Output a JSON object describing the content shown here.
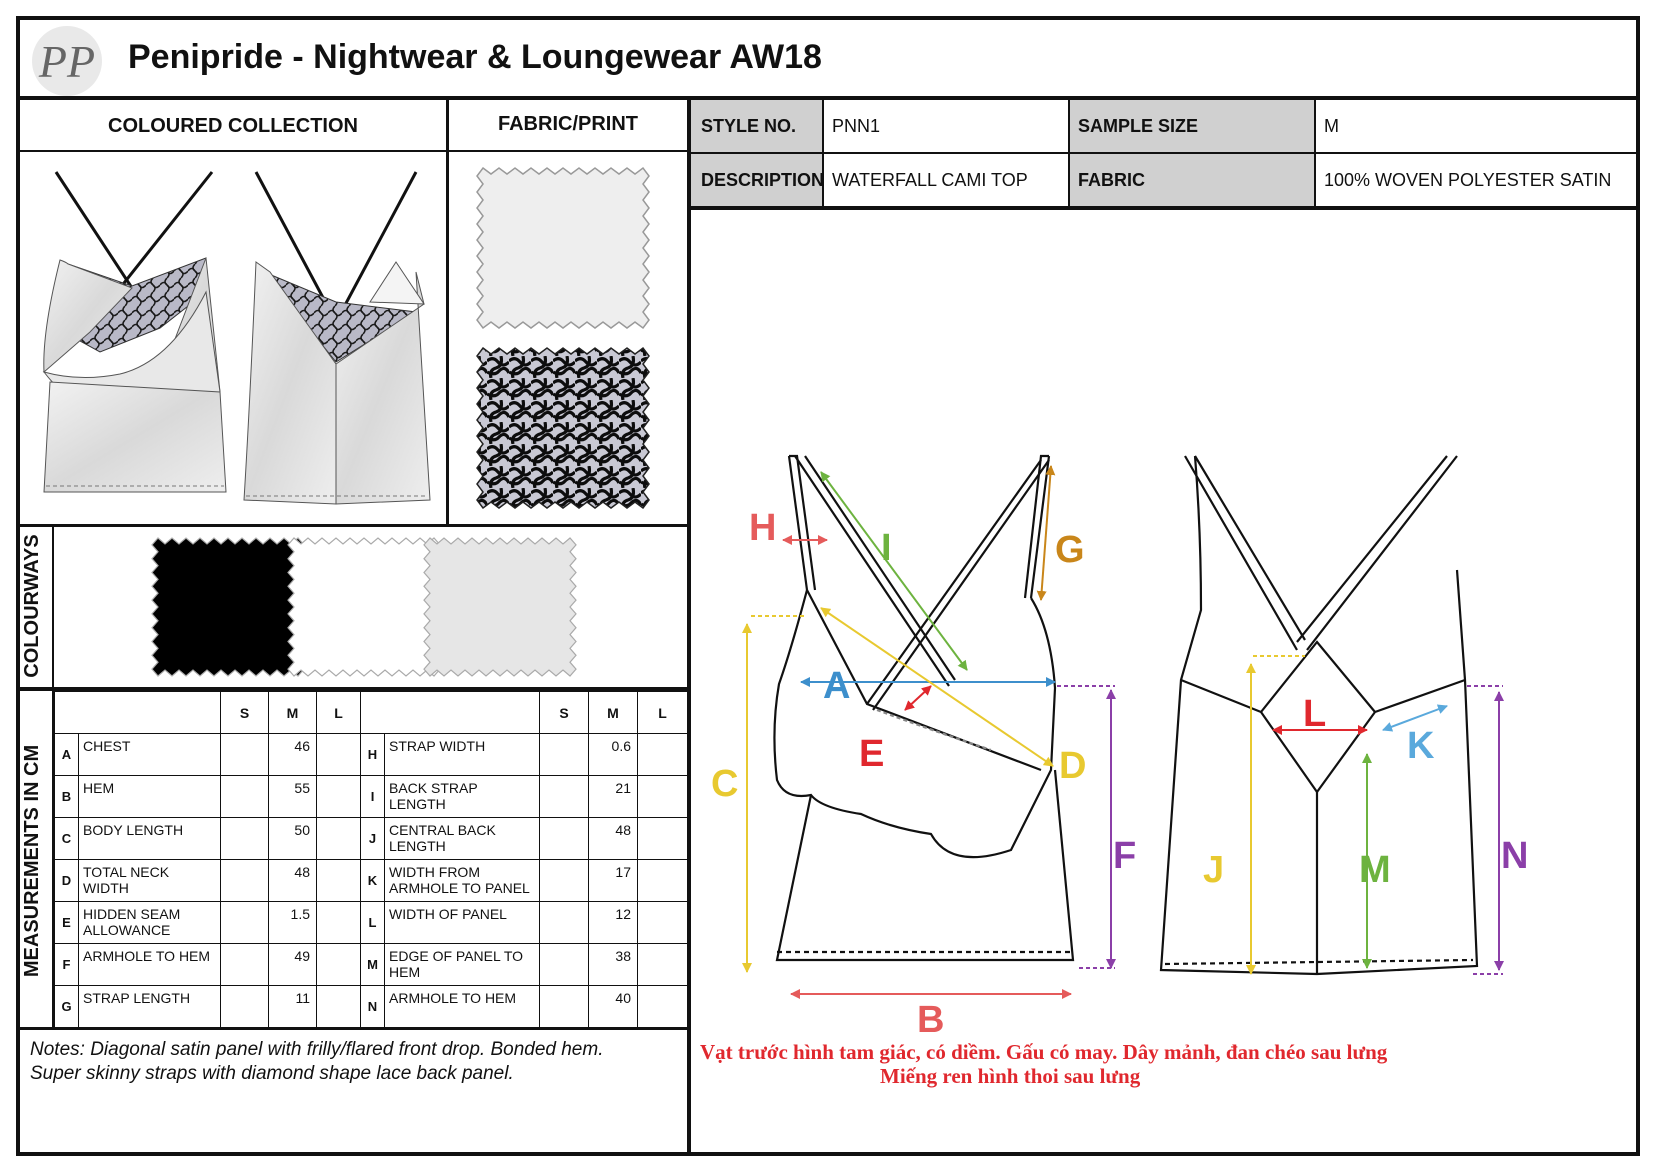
{
  "header": {
    "logo_letters": "PP",
    "title": "Penipride - Nightwear & Loungewear AW18"
  },
  "sections": {
    "coloured_collection": "COLOURED COLLECTION",
    "fabric_print": "FABRIC/PRINT",
    "colourways": "COLOURWAYS",
    "measurements": "MEASUREMENTS IN CM"
  },
  "style_info": {
    "style_no_label": "STYLE NO.",
    "style_no_value": "PNN1",
    "sample_size_label": "SAMPLE SIZE",
    "sample_size_value": "M",
    "description_label": "DESCRIPTION",
    "description_value": "WATERFALL CAMI TOP",
    "fabric_label": "FABRIC",
    "fabric_value": "100% WOVEN POLYESTER SATIN"
  },
  "colourways": {
    "swatches": [
      "#000000",
      "#ffffff",
      "#e6e6e6"
    ]
  },
  "fabric_swatches": [
    "satin",
    "lace"
  ],
  "measurements": {
    "size_headers": [
      "S",
      "M",
      "L"
    ],
    "left": [
      {
        "letter": "A",
        "name": "CHEST",
        "s": "",
        "m": "46",
        "l": ""
      },
      {
        "letter": "B",
        "name": "HEM",
        "s": "",
        "m": "55",
        "l": ""
      },
      {
        "letter": "C",
        "name": "BODY LENGTH",
        "s": "",
        "m": "50",
        "l": ""
      },
      {
        "letter": "D",
        "name": "TOTAL NECK WIDTH",
        "s": "",
        "m": "48",
        "l": ""
      },
      {
        "letter": "E",
        "name": "HIDDEN SEAM ALLOWANCE",
        "s": "",
        "m": "1.5",
        "l": ""
      },
      {
        "letter": "F",
        "name": "ARMHOLE TO HEM",
        "s": "",
        "m": "49",
        "l": ""
      },
      {
        "letter": "G",
        "name": "STRAP LENGTH",
        "s": "",
        "m": "11",
        "l": ""
      }
    ],
    "right": [
      {
        "letter": "H",
        "name": "STRAP WIDTH",
        "s": "",
        "m": "0.6",
        "l": ""
      },
      {
        "letter": "I",
        "name": "BACK STRAP LENGTH",
        "s": "",
        "m": "21",
        "l": ""
      },
      {
        "letter": "J",
        "name": "CENTRAL BACK LENGTH",
        "s": "",
        "m": "48",
        "l": ""
      },
      {
        "letter": "K",
        "name": "WIDTH FROM ARMHOLE TO PANEL",
        "s": "",
        "m": "17",
        "l": ""
      },
      {
        "letter": "L",
        "name": "WIDTH OF PANEL",
        "s": "",
        "m": "12",
        "l": ""
      },
      {
        "letter": "M",
        "name": "EDGE OF PANEL TO HEM",
        "s": "",
        "m": "38",
        "l": ""
      },
      {
        "letter": "N",
        "name": "ARMHOLE TO HEM",
        "s": "",
        "m": "40",
        "l": ""
      }
    ]
  },
  "diagram_labels": {
    "A": "A",
    "B": "B",
    "C": "C",
    "D": "D",
    "E": "E",
    "F": "F",
    "G": "G",
    "H": "H",
    "I": "I",
    "J": "J",
    "K": "K",
    "L": "L",
    "M": "M",
    "N": "N"
  },
  "diagram_colors": {
    "A": "#3d8fcc",
    "B": "#e55b5b",
    "C": "#e8c930",
    "D": "#e8c930",
    "E": "#e0282e",
    "F": "#8b3fa8",
    "G": "#c9861a",
    "H": "#e55b5b",
    "I": "#6db33f",
    "J": "#e8c930",
    "K": "#5aa9dc",
    "L": "#e0282e",
    "M": "#6db33f",
    "N": "#8b3fa8"
  },
  "notes": {
    "line1": "Notes: Diagonal satin panel with frilly/flared front drop. Bonded hem.",
    "line2": "Super skinny straps with diamond shape lace back panel."
  },
  "vietnamese_note": {
    "line1": "Vạt trước hình tam giác, có diềm. Gấu có may. Dây mảnh, đan chéo sau lưng",
    "line2": "Miếng ren hình thoi sau lưng"
  }
}
